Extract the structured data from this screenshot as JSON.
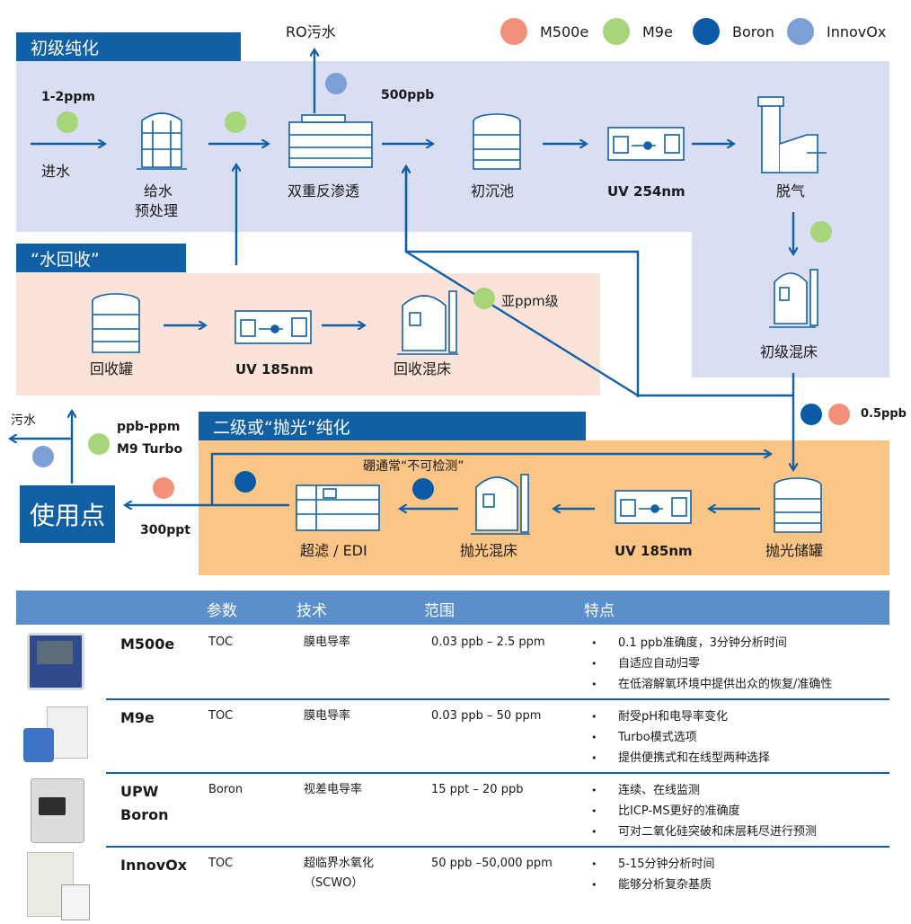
{
  "legend": [
    {
      "name": "M500e",
      "color": "#f2907a"
    },
    {
      "name": "M9e",
      "color": "#a8d47a"
    },
    {
      "name": "Boron",
      "color": "#0b5aa6"
    },
    {
      "name": "InnovOx",
      "color": "#7c9fd6"
    }
  ],
  "sections": {
    "primary": "初级纯化",
    "recycle": "“水回收”",
    "polish": "二级或“抛光”纯化"
  },
  "labels": {
    "conc_1_2ppm": "1-2ppm",
    "inlet": "进水",
    "pretreat_1": "给水",
    "pretreat_2": "预处理",
    "ro_waste": "RO污水",
    "double_ro": "双重反渗透",
    "conc_500ppb": "500ppb",
    "settle": "初沉池",
    "uv254": "UV 254nm",
    "degas": "脱气",
    "primary_mixbed": "初级混床",
    "recycle_tank": "回收罐",
    "uv185_recycle": "UV 185nm",
    "recycle_mixbed": "回收混床",
    "subppm": "亚ppm级",
    "conc_05ppb": "0.5ppb",
    "waste": "污水",
    "ppb_ppm": "ppb-ppm",
    "m9_turbo": "M9 Turbo",
    "use_point": "使用点",
    "conc_300ppt": "300ppt",
    "boron_note": "硼通常“不可检测”",
    "uf_edi": "超滤 / EDI",
    "polish_mixbed": "抛光混床",
    "uv185_polish": "UV 185nm",
    "polish_tank": "抛光储罐"
  },
  "table": {
    "headers": [
      "参数",
      "技术",
      "范围",
      "特点"
    ],
    "rows": [
      {
        "name": [
          "M500e"
        ],
        "param": "TOC",
        "tech": [
          "膜电导率"
        ],
        "range": "0.03 ppb – 2.5 ppm",
        "features": [
          "0.1 ppb准确度，3分钟分析时间",
          "自适应自动归零",
          "在低溶解氧环境中提供出众的恢复/准确性"
        ]
      },
      {
        "name": [
          "M9e"
        ],
        "param": "TOC",
        "tech": [
          "膜电导率"
        ],
        "range": "0.03 ppb – 50 ppm",
        "features": [
          "耐受pH和电导率变化",
          "Turbo模式选项",
          "提供便携式和在线型两种选择"
        ]
      },
      {
        "name": [
          "UPW",
          "Boron"
        ],
        "param": "Boron",
        "tech": [
          "视差电导率"
        ],
        "range": "15 ppt – 20 ppb",
        "features": [
          "连续、在线监测",
          "比ICP-MS更好的准确度",
          "可对二氧化硅突破和床层耗尽进行预测"
        ]
      },
      {
        "name": [
          "InnovOx"
        ],
        "param": "TOC",
        "tech": [
          "超临界水氧化",
          "（SCWO）"
        ],
        "range": "50 ppb –50,000 ppm",
        "features": [
          "5-15分钟分析时间",
          "能够分析复杂基质"
        ]
      }
    ]
  }
}
